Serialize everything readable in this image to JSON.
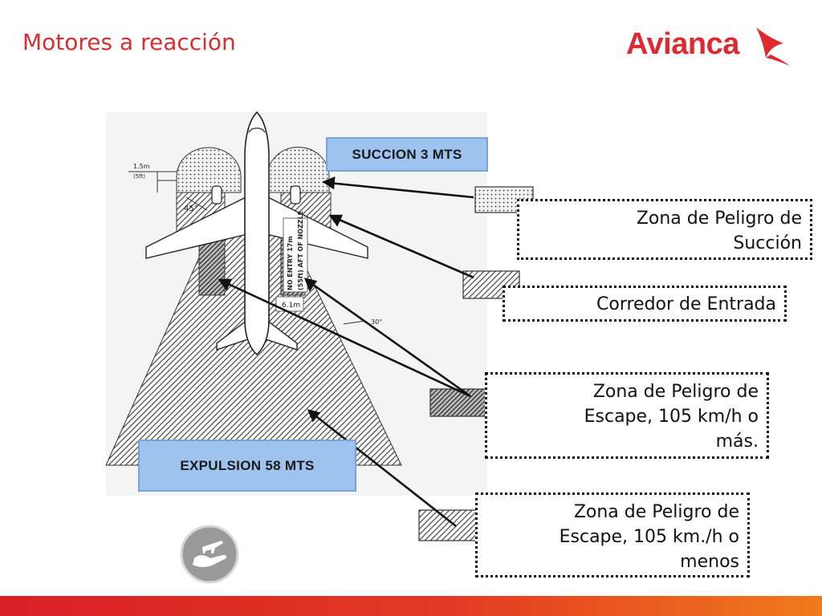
{
  "slide": {
    "title": "Motores a reacción"
  },
  "brand": {
    "name": "Avianca",
    "color": "#e0292f"
  },
  "diagram": {
    "suction_label": "SUCCION 3 MTS",
    "expulsion_label": "EXPULSION 58 MTS",
    "dim_label": "1.5m",
    "dim_sub": "(5ft)",
    "angle_45": "45°",
    "angle_30": "30°",
    "entry_note_1": "NO ENTRY 17m",
    "entry_note_2": "(55ft) AFT OF NOZZLE",
    "distance_label": "6.1m"
  },
  "legend": [
    {
      "pattern": "dots",
      "lines": [
        "Zona de Peligro de",
        "Succión"
      ]
    },
    {
      "pattern": "hatch",
      "lines": [
        "Corredor de Entrada"
      ]
    },
    {
      "pattern": "hatch-dark",
      "lines": [
        "Zona de Peligro de",
        "Escape, 105 km/h o",
        "más."
      ]
    },
    {
      "pattern": "hatch",
      "lines": [
        "Zona de Peligro de",
        "Escape, 105 km./h o",
        "menos"
      ]
    }
  ],
  "icons": {
    "safety": "hand-airplane-icon",
    "logo_mark": "bird-wing-icon"
  }
}
